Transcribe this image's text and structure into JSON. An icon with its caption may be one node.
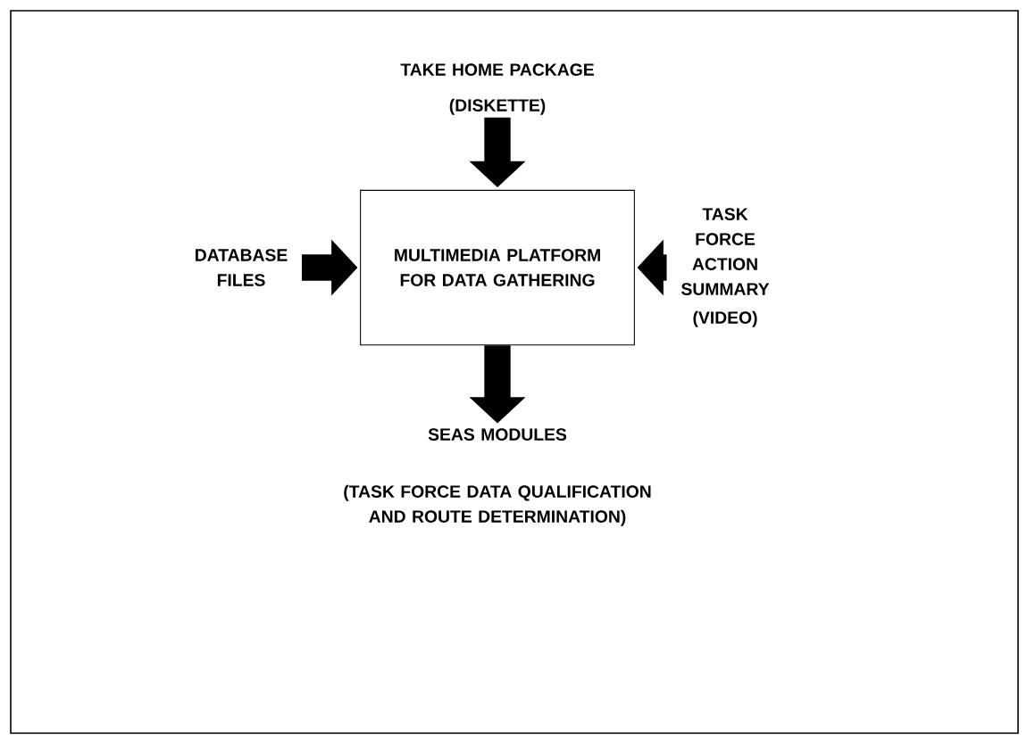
{
  "diagram": {
    "nodes": [
      {
        "text": [
          "TAKE HOME PACKAGE",
          "(DISKETTE)"
        ]
      },
      {
        "text": [
          "DATABASE FILES"
        ]
      },
      {
        "text": [
          "MULTIMEDIA PLATFORM FOR DATA GATHERING"
        ]
      },
      {
        "text": [
          "TASK FORCE ACTION SUMMARY",
          "(VIDEO)"
        ]
      },
      {
        "text": [
          "SEAS MODULES",
          "(TASK FORCE DATA QUALIFICATION AND ROUTE DETERMINATION)"
        ]
      }
    ],
    "edges": [
      {
        "from": 0,
        "to": 2,
        "arrow": "to"
      },
      {
        "from": 1,
        "to": 2,
        "arrow": "to"
      },
      {
        "from": 3,
        "to": 2,
        "arrow": "to"
      },
      {
        "from": 2,
        "to": 4,
        "arrow": "to"
      }
    ]
  }
}
